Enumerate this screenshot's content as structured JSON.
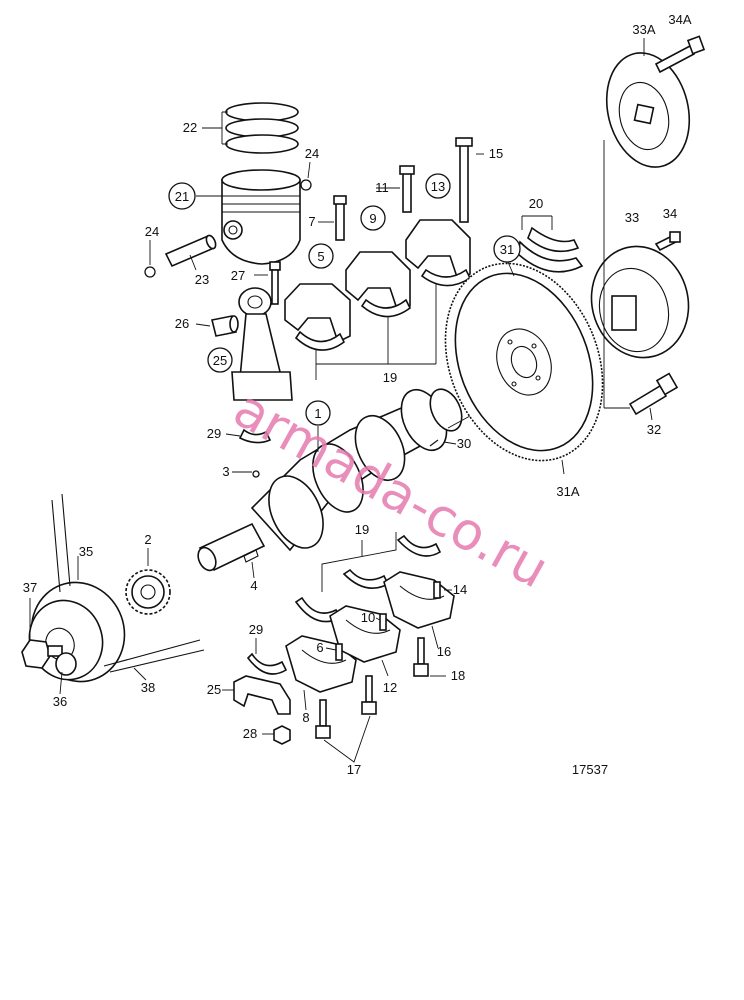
{
  "diagram": {
    "drawing_number": "17537",
    "watermark": "armada-co.ru",
    "labels": {
      "l1": "1",
      "l2": "2",
      "l3": "3",
      "l4": "4",
      "l5": "5",
      "l6": "6",
      "l7": "7",
      "l8": "8",
      "l9": "9",
      "l10": "10",
      "l11": "11",
      "l12": "12",
      "l13": "13",
      "l14": "14",
      "l15": "15",
      "l16": "16",
      "l17": "17",
      "l18": "18",
      "l19a": "19",
      "l19b": "19",
      "l20": "20",
      "l21": "21",
      "l22": "22",
      "l23": "23",
      "l24a": "24",
      "l24b": "24",
      "l25a": "25",
      "l25b": "25",
      "l26": "26",
      "l27": "27",
      "l28": "28",
      "l29a": "29",
      "l29b": "29",
      "l30": "30",
      "l31": "31",
      "l31a": "31A",
      "l32": "32",
      "l33": "33",
      "l33a": "33A",
      "l34": "34",
      "l34a": "34A",
      "l35": "35",
      "l36": "36",
      "l37": "37",
      "l38": "38"
    }
  }
}
